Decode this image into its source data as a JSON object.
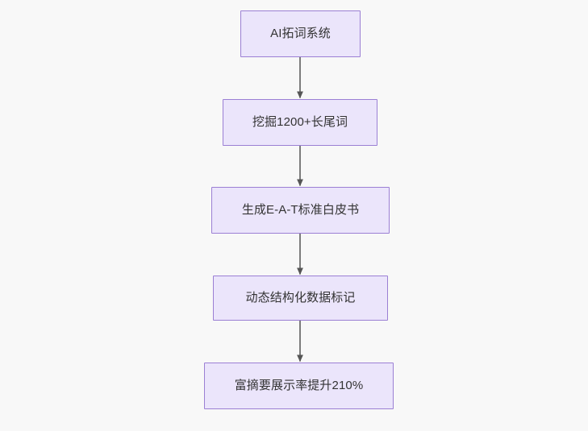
{
  "diagram": {
    "type": "flowchart",
    "direction": "top-down",
    "background_color": "#f8f8f8",
    "node_fill_color": "#ebe5fb",
    "node_border_color": "#9b7fd4",
    "node_text_color": "#333333",
    "edge_color": "#666666",
    "nodes": [
      {
        "id": "n0",
        "label": "AI拓词系统"
      },
      {
        "id": "n1",
        "label": "挖掘1200+长尾词"
      },
      {
        "id": "n2",
        "label": "生成E-A-T标准白皮书"
      },
      {
        "id": "n3",
        "label": "动态结构化数据标记"
      },
      {
        "id": "n4",
        "label": "富摘要展示率提升210%"
      }
    ],
    "edges": [
      {
        "from": "n0",
        "to": "n1",
        "label": ""
      },
      {
        "from": "n1",
        "to": "n2",
        "label": ""
      },
      {
        "from": "n2",
        "to": "n3",
        "label": ""
      },
      {
        "from": "n3",
        "to": "n4",
        "label": ""
      }
    ]
  }
}
